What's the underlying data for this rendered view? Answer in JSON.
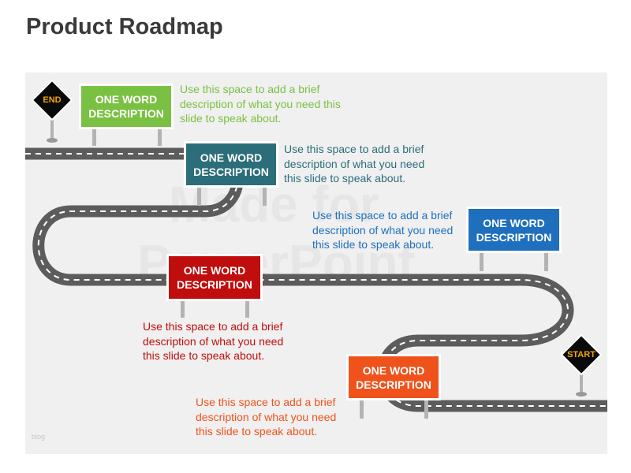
{
  "title": "Product Roadmap",
  "watermark": [
    "Made for",
    "PowerPoint"
  ],
  "footnote": "blog",
  "markers": {
    "end": {
      "label": "END",
      "color": "#f2a900"
    },
    "start": {
      "label": "START",
      "color": "#f2a900"
    }
  },
  "milestones": [
    {
      "sign": "ONE WORD\nDESCRIPTION",
      "description": "Use this space to add a brief\ndescription of what you need this\nslide to speak about.",
      "color": "#7ac143"
    },
    {
      "sign": "ONE WORD\nDESCRIPTION",
      "description": "Use this space to add a brief\ndescription of what you need\nthis slide to speak about.",
      "color": "#2b6e7a"
    },
    {
      "sign": "ONE WORD\nDESCRIPTION",
      "description": "Use this space to add a brief\ndescription of what you need\nthis slide to speak about.",
      "color": "#1f6fbf"
    },
    {
      "sign": "ONE WORD\nDESCRIPTION",
      "description": "Use this space to add a brief\ndescription of what you need\nthis slide to speak about.",
      "color": "#c00d0d"
    },
    {
      "sign": "ONE WORD\nDESCRIPTION",
      "description": "Use this space to add a brief\ndescription of what you need\nthis slide to speak about.",
      "color": "#f0521c"
    }
  ],
  "colors": {
    "road": "#5c5c5c",
    "dash": "#ffffff",
    "post": "#b3b3b3",
    "panel": "#f0f0f0"
  }
}
